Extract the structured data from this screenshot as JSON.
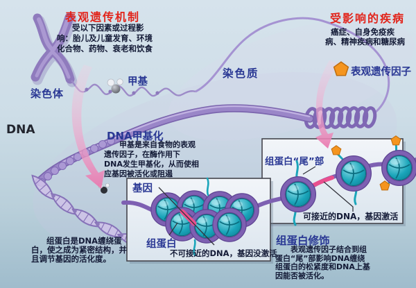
{
  "header": {
    "title_left": "表观遗传机制",
    "title_right": "受影响的疾病"
  },
  "intro": {
    "lines": [
      "受以下因素或过程影",
      "响：胎儿及儿童发育、环境",
      "化合物、药物、衰老和饮食"
    ]
  },
  "diseases": {
    "lines": [
      "癌症、自身免疫疾",
      "病、精神疾病和糖尿病"
    ]
  },
  "labels": {
    "chromosome": "染色体",
    "methyl": "甲基",
    "chromatin": "染色质",
    "dna": "DNA",
    "epigenetic_factor": "表观遗传因子",
    "histone_tail": "组蛋白“尾”部",
    "gene": "基因",
    "histone": "组蛋白",
    "accessible_dna": "可接近的DNA，基因激活",
    "inaccessible_dna": "不可接近的DNA，基因没激活"
  },
  "sections": {
    "methylation": {
      "title": "DNA甲基化",
      "lines": [
        "甲基是来自食物的表观",
        "遗传因子，在酶作用下",
        "DNA发生甲基化，从而使相",
        "应基因被活化或阻遏"
      ]
    },
    "histone_info": {
      "lines": [
        "组蛋白是DNA缠绕蛋",
        "白，使之成为紧密结构，并",
        "且调节基因的活化度。"
      ]
    },
    "modification": {
      "title": "组蛋白修饰",
      "lines": [
        "表观遗传因子结合到组",
        "蛋白“尾”部影响DNA缠绕",
        "组蛋白的松紧度和DNA上基",
        "因能否被活化。"
      ]
    }
  },
  "icons": {
    "epigenetic_factor_icon": "orange-pentagon",
    "methyl_icon": "gray-white-sphere-molecule"
  },
  "colors": {
    "title_red": "#e2231a",
    "label_blue": "#2a3894",
    "body_navy": "#131a36",
    "dna_purple": "#9583c6",
    "nucleosome_teal": "#17a3b8",
    "histone_wrap_purple": "#7e60b2",
    "gene_pink": "#e94f8e",
    "factor_orange": "#f5951f",
    "arrow_pink": "#ee8cba",
    "background_blue": "#cdddE7"
  }
}
